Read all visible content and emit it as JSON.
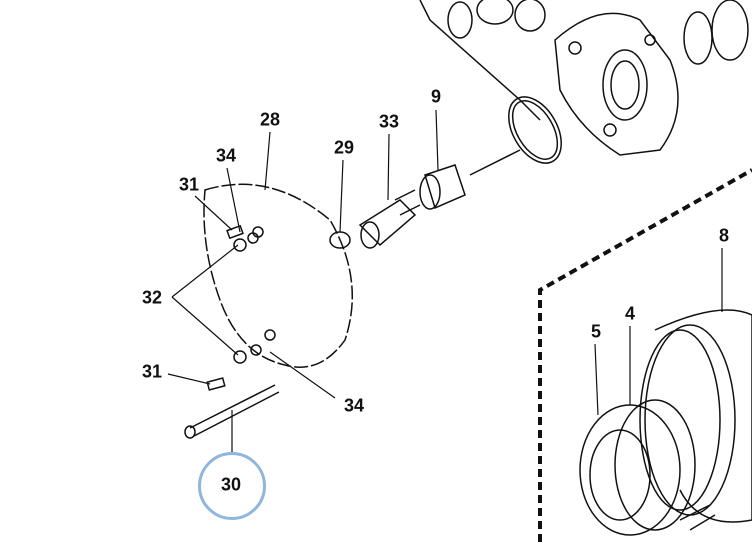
{
  "diagram": {
    "highlight_color": "#8fb6dc",
    "callouts": [
      {
        "id": "c28",
        "label": "28"
      },
      {
        "id": "c34a",
        "label": "34"
      },
      {
        "id": "c31a",
        "label": "31"
      },
      {
        "id": "c29",
        "label": "29"
      },
      {
        "id": "c33",
        "label": "33"
      },
      {
        "id": "c9",
        "label": "9"
      },
      {
        "id": "c32",
        "label": "32"
      },
      {
        "id": "c31b",
        "label": "31"
      },
      {
        "id": "c34b",
        "label": "34"
      },
      {
        "id": "c30",
        "label": "30",
        "highlighted": true
      },
      {
        "id": "c8",
        "label": "8"
      },
      {
        "id": "c5",
        "label": "5"
      },
      {
        "id": "c4",
        "label": "4"
      }
    ]
  }
}
